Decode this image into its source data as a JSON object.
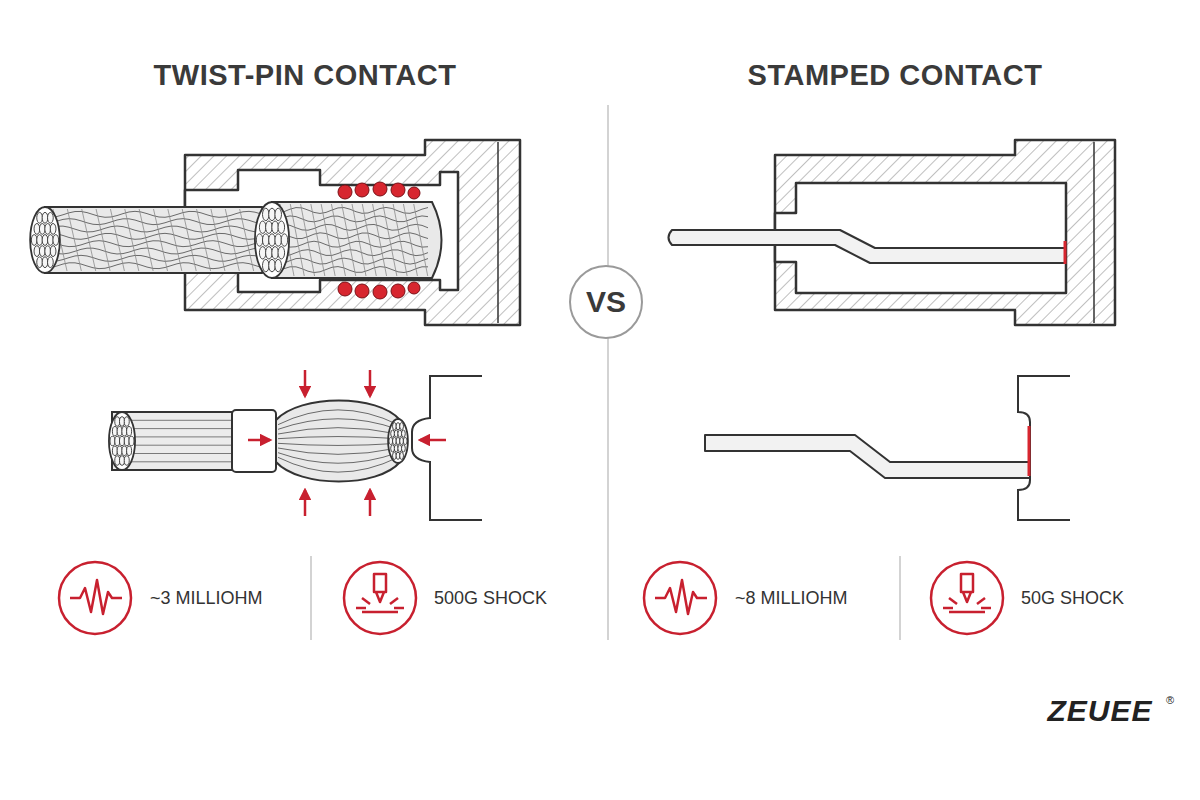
{
  "diagram": {
    "nodes": [
      {
        "text": [
          "VS"
        ]
      }
    ],
    "labels": [
      "TWIST-PIN CONTACT",
      "STAMPED CONTACT",
      "~3 MILLIOHM",
      "500G SHOCK",
      "~8 MILLIOHM",
      "50G SHOCK",
      "ZEUEE",
      "®"
    ]
  }
}
